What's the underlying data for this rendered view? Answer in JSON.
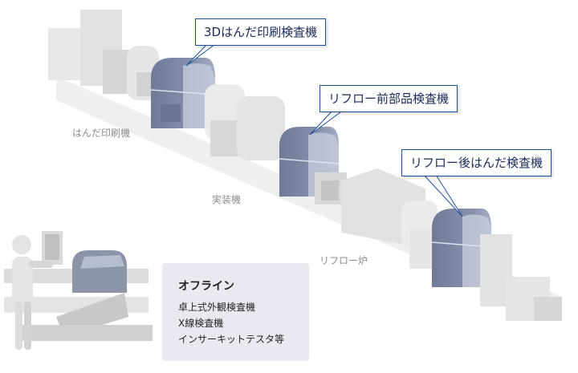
{
  "callouts": {
    "solder_3d": "3Dはんだ印刷検査機",
    "pre_reflow": "リフロー前部品検査機",
    "post_reflow": "リフロー後はんだ検査機"
  },
  "labels": {
    "solder_printer": "はんだ印刷機",
    "mounter": "実装機",
    "reflow_oven": "リフロー炉"
  },
  "offline": {
    "title": "オフライン",
    "items": [
      "卓上式外観検査機",
      "X線検査機",
      "インサーキットテスタ等"
    ]
  },
  "colors": {
    "inspection_machine": "#7f8aa6",
    "callout_border": "#1e4f9c",
    "offline_panel": "#e9e9f2"
  }
}
